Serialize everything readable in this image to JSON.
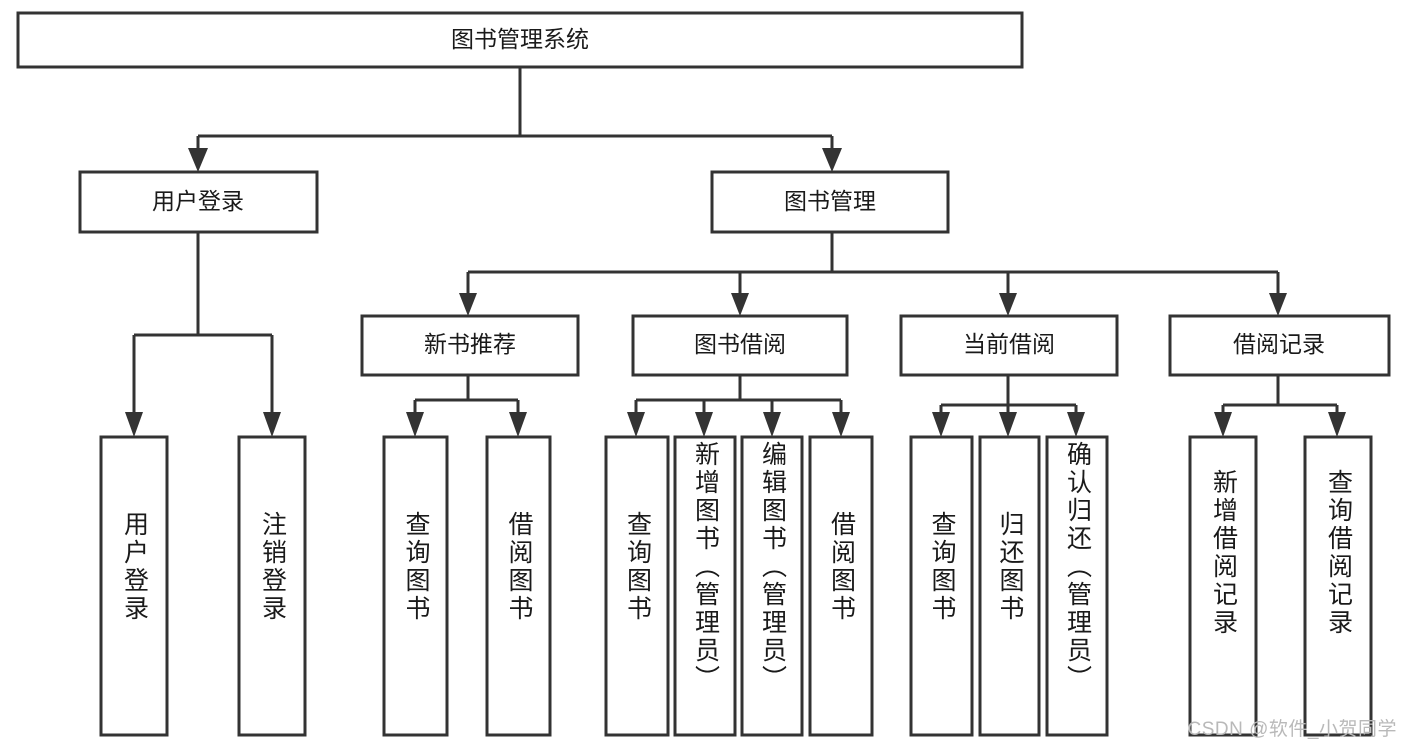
{
  "diagram": {
    "type": "tree",
    "title": "图书管理系统",
    "watermark": "CSDN @软件_小贺同学",
    "colors": {
      "background": "#ffffff",
      "box_fill": "#ffffff",
      "box_stroke": "#333333",
      "text": "#1a1a1a",
      "watermark": "#b9b9b9"
    },
    "root": {
      "label": "图书管理系统"
    },
    "level2": [
      {
        "label": "用户登录"
      },
      {
        "label": "图书管理"
      }
    ],
    "level3": [
      {
        "label": "新书推荐"
      },
      {
        "label": "图书借阅"
      },
      {
        "label": "当前借阅"
      },
      {
        "label": "借阅记录"
      }
    ],
    "leaves": {
      "user_login": [
        {
          "label": "用户登录"
        },
        {
          "label": "注销登录"
        }
      ],
      "new_book_recommend": [
        {
          "label": "查询图书"
        },
        {
          "label": "借阅图书"
        }
      ],
      "book_borrow": [
        {
          "label": "查询图书"
        },
        {
          "label": "新增图书（管理员）"
        },
        {
          "label": "编辑图书（管理员）"
        },
        {
          "label": "借阅图书"
        }
      ],
      "current_borrow": [
        {
          "label": "查询图书"
        },
        {
          "label": "归还图书"
        },
        {
          "label": "确认归还（管理员）"
        }
      ],
      "borrow_record": [
        {
          "label": "新增借阅记录"
        },
        {
          "label": "查询借阅记录"
        }
      ]
    }
  }
}
